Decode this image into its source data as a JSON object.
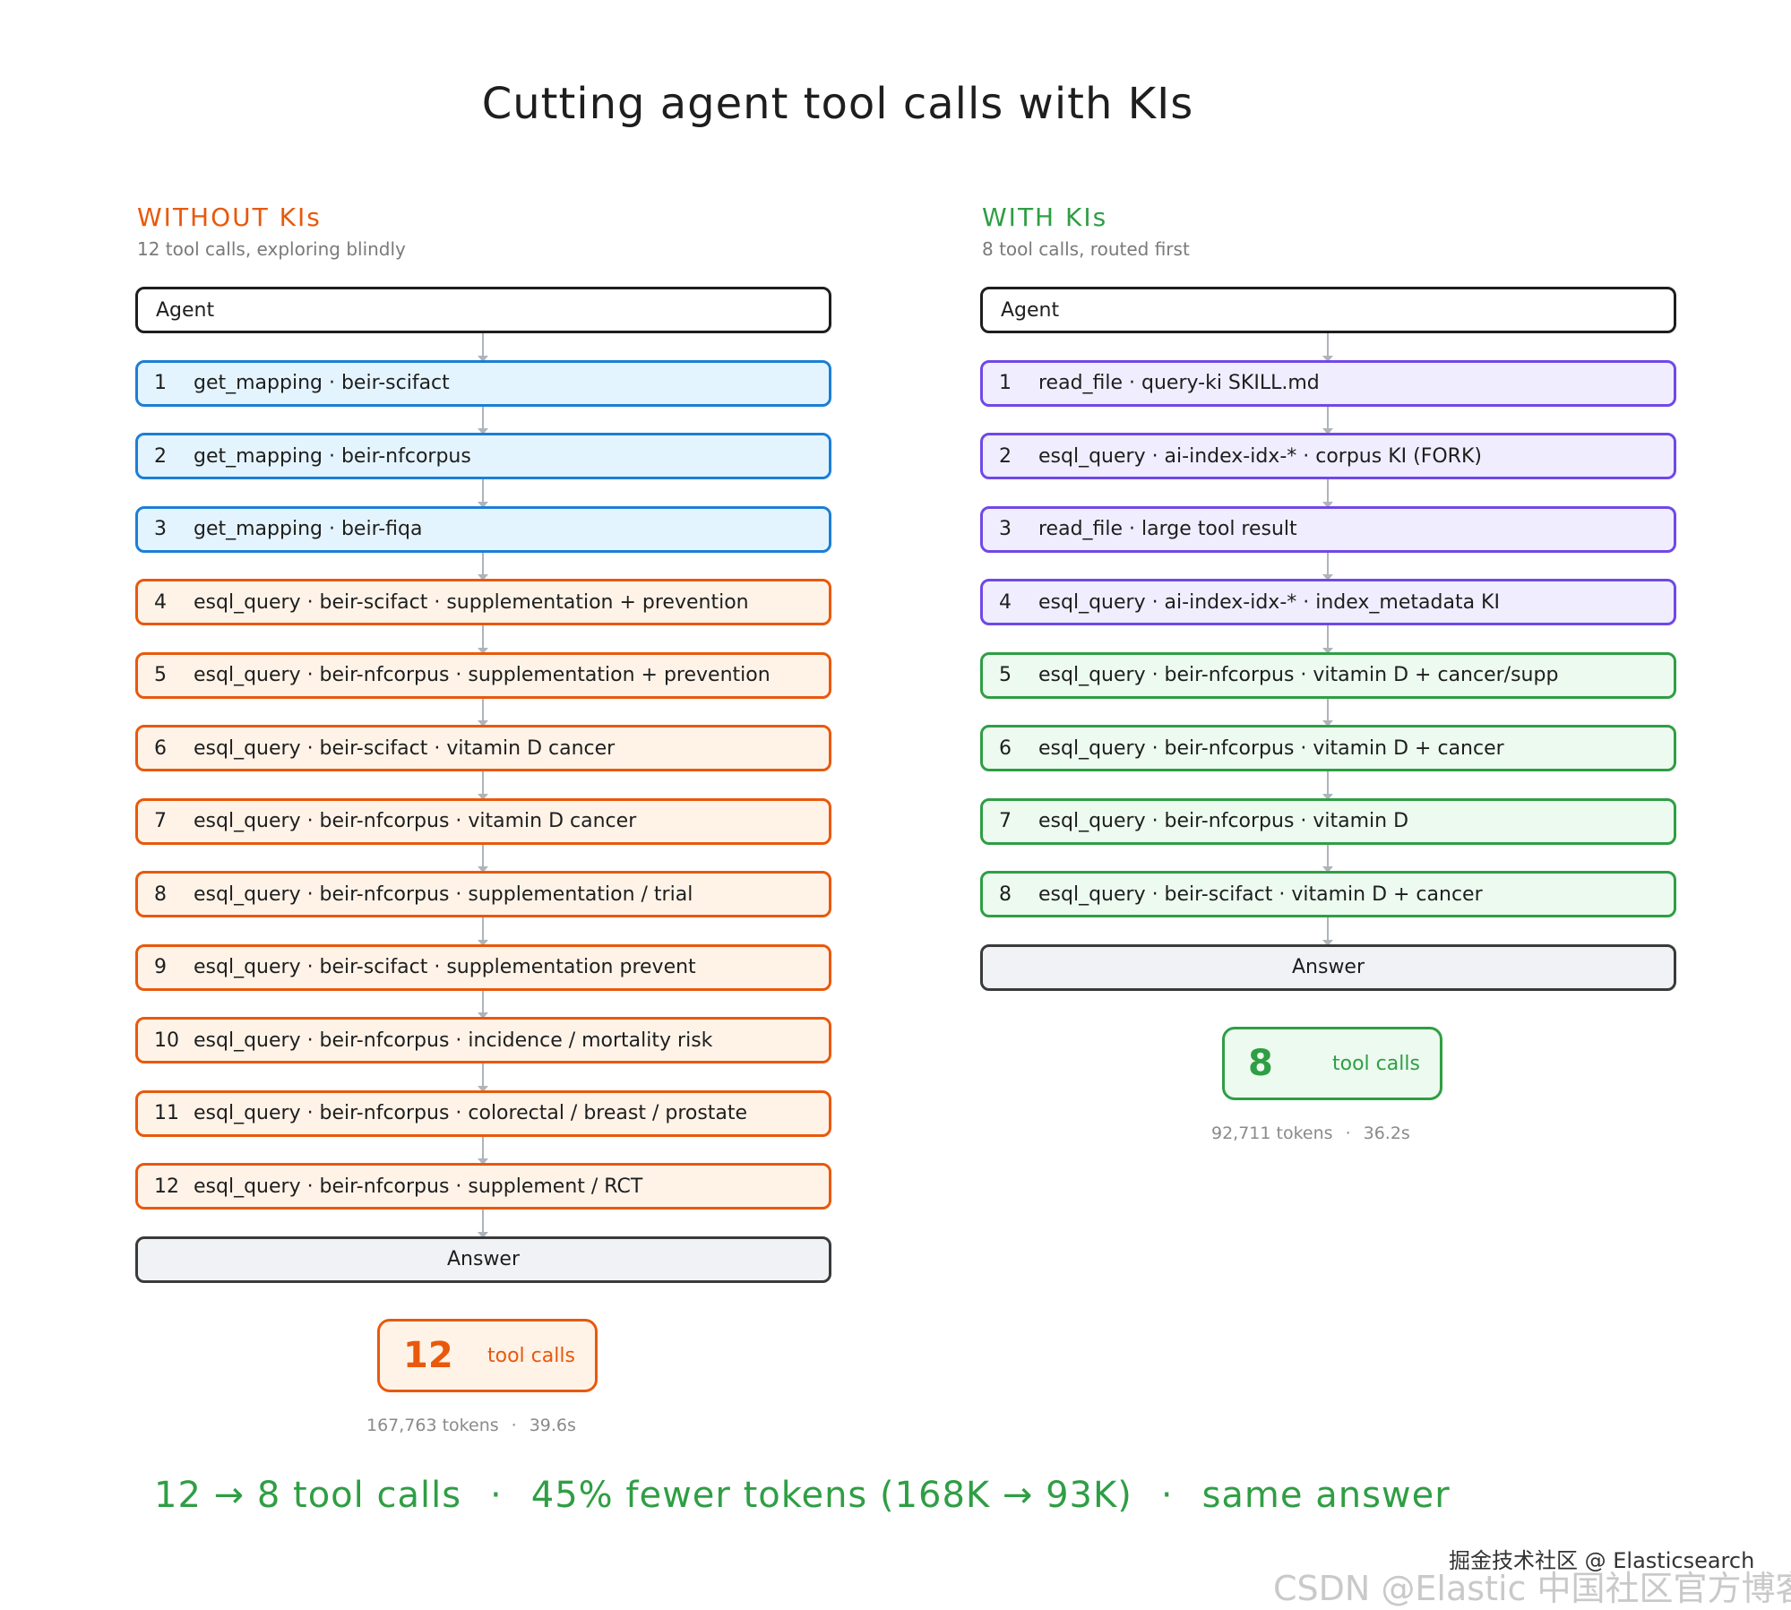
{
  "title": "Cutting agent tool calls with KIs",
  "colors": {
    "blue": "#1c7ed6",
    "orange": "#e8590c",
    "purple": "#7048e8",
    "green": "#2f9e44",
    "answer_fill": "#f0f2f5"
  },
  "left": {
    "heading": "WITHOUT KIs",
    "subheading": "12 tool calls, exploring blindly",
    "agent_label": "Agent",
    "steps": [
      {
        "num": "1",
        "text": "get_mapping · beir-scifact",
        "color": "blue"
      },
      {
        "num": "2",
        "text": "get_mapping · beir-nfcorpus",
        "color": "blue"
      },
      {
        "num": "3",
        "text": "get_mapping · beir-fiqa",
        "color": "blue"
      },
      {
        "num": "4",
        "text": "esql_query · beir-scifact · supplementation + prevention",
        "color": "orange"
      },
      {
        "num": "5",
        "text": "esql_query · beir-nfcorpus · supplementation + prevention",
        "color": "orange"
      },
      {
        "num": "6",
        "text": "esql_query · beir-scifact · vitamin D cancer",
        "color": "orange"
      },
      {
        "num": "7",
        "text": "esql_query · beir-nfcorpus · vitamin D cancer",
        "color": "orange"
      },
      {
        "num": "8",
        "text": "esql_query · beir-nfcorpus · supplementation / trial",
        "color": "orange"
      },
      {
        "num": "9",
        "text": "esql_query · beir-scifact · supplementation prevent",
        "color": "orange"
      },
      {
        "num": "10",
        "text": "esql_query · beir-nfcorpus · incidence / mortality risk",
        "color": "orange"
      },
      {
        "num": "11",
        "text": "esql_query · beir-nfcorpus · colorectal / breast / prostate",
        "color": "orange"
      },
      {
        "num": "12",
        "text": "esql_query · beir-nfcorpus · supplement / RCT",
        "color": "orange"
      }
    ],
    "answer_label": "Answer",
    "badge_count": "12",
    "badge_label": "tool calls",
    "tokens": "167,763 tokens",
    "time": "39.6s"
  },
  "right": {
    "heading": "WITH KIs",
    "subheading": "8 tool calls, routed first",
    "agent_label": "Agent",
    "steps": [
      {
        "num": "1",
        "text": "read_file · query-ki SKILL.md",
        "color": "purple"
      },
      {
        "num": "2",
        "text": "esql_query · ai-index-idx-* · corpus KI (FORK)",
        "color": "purple"
      },
      {
        "num": "3",
        "text": "read_file · large tool result",
        "color": "purple"
      },
      {
        "num": "4",
        "text": "esql_query · ai-index-idx-* · index_metadata KI",
        "color": "purple"
      },
      {
        "num": "5",
        "text": "esql_query · beir-nfcorpus · vitamin D + cancer/supp",
        "color": "green"
      },
      {
        "num": "6",
        "text": "esql_query · beir-nfcorpus · vitamin D + cancer",
        "color": "green"
      },
      {
        "num": "7",
        "text": "esql_query · beir-nfcorpus · vitamin D",
        "color": "green"
      },
      {
        "num": "8",
        "text": "esql_query · beir-scifact · vitamin D + cancer",
        "color": "green"
      }
    ],
    "answer_label": "Answer",
    "badge_count": "8",
    "badge_label": "tool calls",
    "tokens": "92,711 tokens",
    "time": "36.2s"
  },
  "summary": {
    "part1": "12 → 8 tool calls",
    "part2": "45% fewer tokens (168K → 93K)",
    "part3": "same answer",
    "separator": "·"
  },
  "watermark": {
    "line1": "掘金技术社区 @ Elasticsearch",
    "line2": "CSDN @Elastic 中国社区官方博客"
  }
}
